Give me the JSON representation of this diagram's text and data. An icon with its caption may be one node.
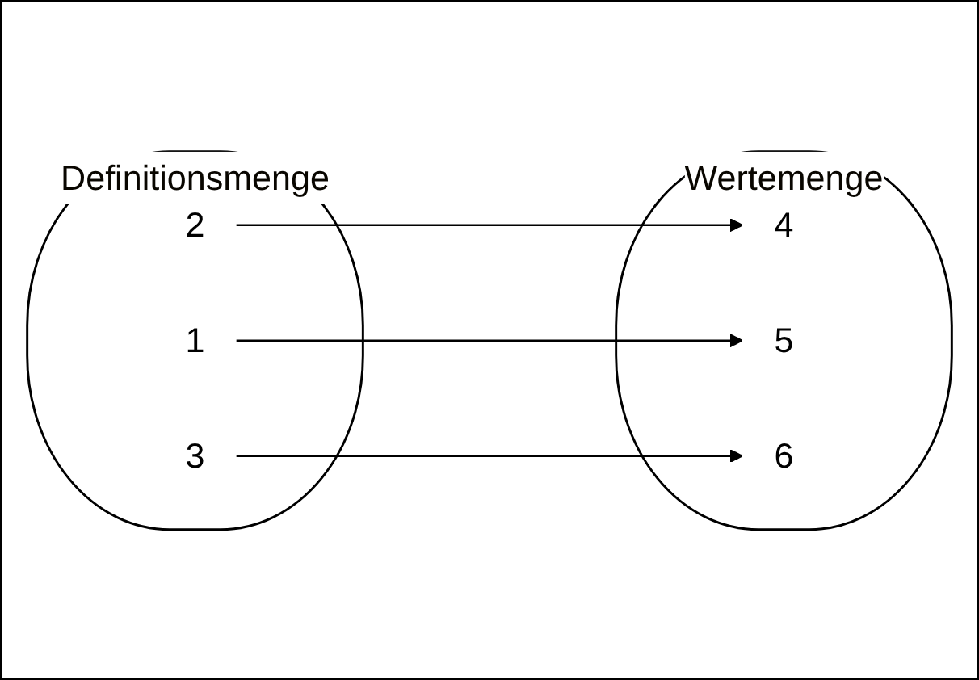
{
  "diagram": {
    "nodes": [
      {
        "text": [
          "Definitionsmenge"
        ]
      },
      {
        "text": [
          "1"
        ],
        "in": 0
      },
      {
        "text": [
          "2"
        ],
        "in": 0
      },
      {
        "text": [
          "3"
        ],
        "in": 0
      },
      {
        "text": [
          "Wertemenge"
        ]
      },
      {
        "text": [
          "4"
        ],
        "in": 4
      },
      {
        "text": [
          "5"
        ],
        "in": 4
      },
      {
        "text": [
          "6"
        ],
        "in": 4
      }
    ],
    "edges": [
      {
        "from": 1,
        "to": 6,
        "arrow": "to"
      },
      {
        "from": 2,
        "to": 5,
        "arrow": "to"
      },
      {
        "from": 3,
        "to": 7,
        "arrow": "to"
      }
    ]
  }
}
